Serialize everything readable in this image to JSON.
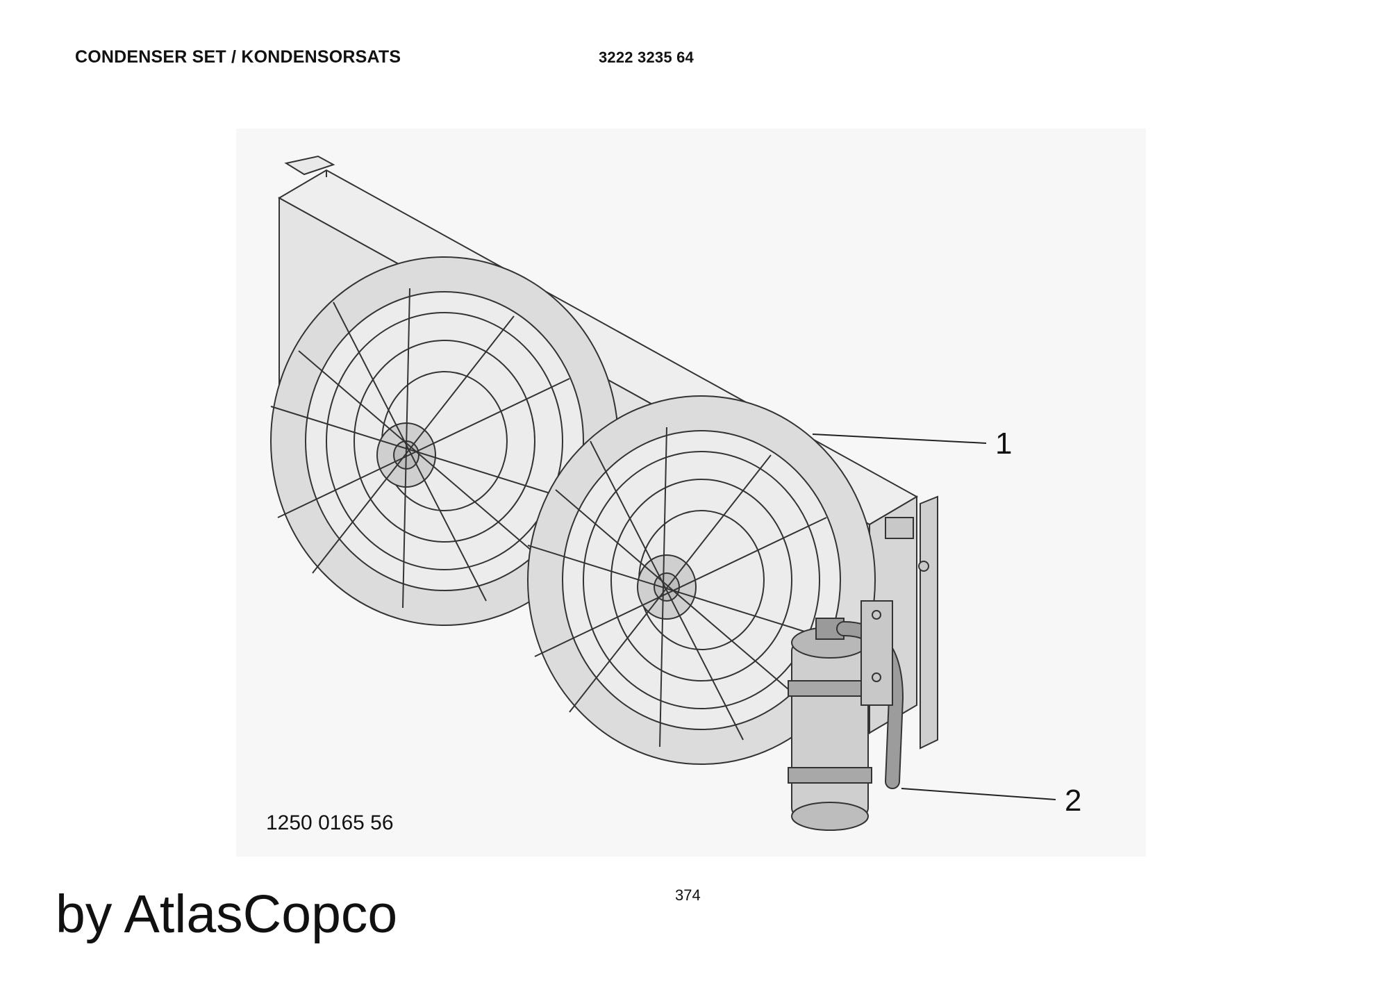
{
  "header": {
    "title": "CONDENSER SET / KONDENSORSATS",
    "part_number": "3222 3235 64"
  },
  "drawing": {
    "figure_number": "1250 0165 56",
    "callouts": [
      "1",
      "2"
    ]
  },
  "footer": {
    "page_number": "374",
    "brand": "by AtlasCopco"
  }
}
